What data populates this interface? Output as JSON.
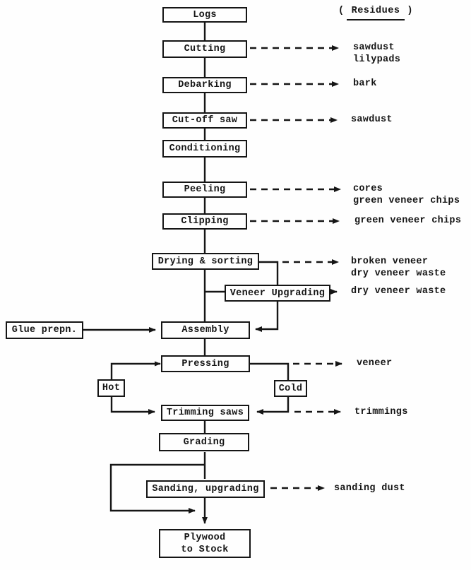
{
  "header": {
    "open": "(",
    "word": "Residues",
    "close": ")"
  },
  "nodes": {
    "logs": "Logs",
    "cutting": "Cutting",
    "debarking": "Debarking",
    "cutoff_saw": "Cut-off saw",
    "conditioning": "Conditioning",
    "peeling": "Peeling",
    "clipping": "Clipping",
    "drying_sorting": "Drying & sorting",
    "veneer_upgrading": "Veneer Upgrading",
    "glue_prepn": "Glue prepn.",
    "assembly": "Assembly",
    "pressing": "Pressing",
    "hot": "Hot",
    "cold": "Cold",
    "trimming_saws": "Trimming saws",
    "grading": "Grading",
    "sanding_upgrading": "Sanding, upgrading",
    "plywood_line1": "Plywood",
    "plywood_line2": "to Stock"
  },
  "residues": {
    "cutting": [
      "sawdust",
      "lilypads"
    ],
    "debarking": [
      "bark"
    ],
    "cutoff_saw": [
      "sawdust"
    ],
    "peeling": [
      "cores",
      "green veneer chips"
    ],
    "clipping": [
      "green veneer chips"
    ],
    "drying_sorting": [
      "broken veneer",
      "dry veneer waste"
    ],
    "veneer_upgrading": [
      "dry veneer waste"
    ],
    "pressing": [
      "veneer"
    ],
    "trimming_saws": [
      "trimmings"
    ],
    "sanding_upgrading": [
      "sanding dust"
    ]
  },
  "colors": {
    "ink": "#151515",
    "background": "#fefefe"
  }
}
